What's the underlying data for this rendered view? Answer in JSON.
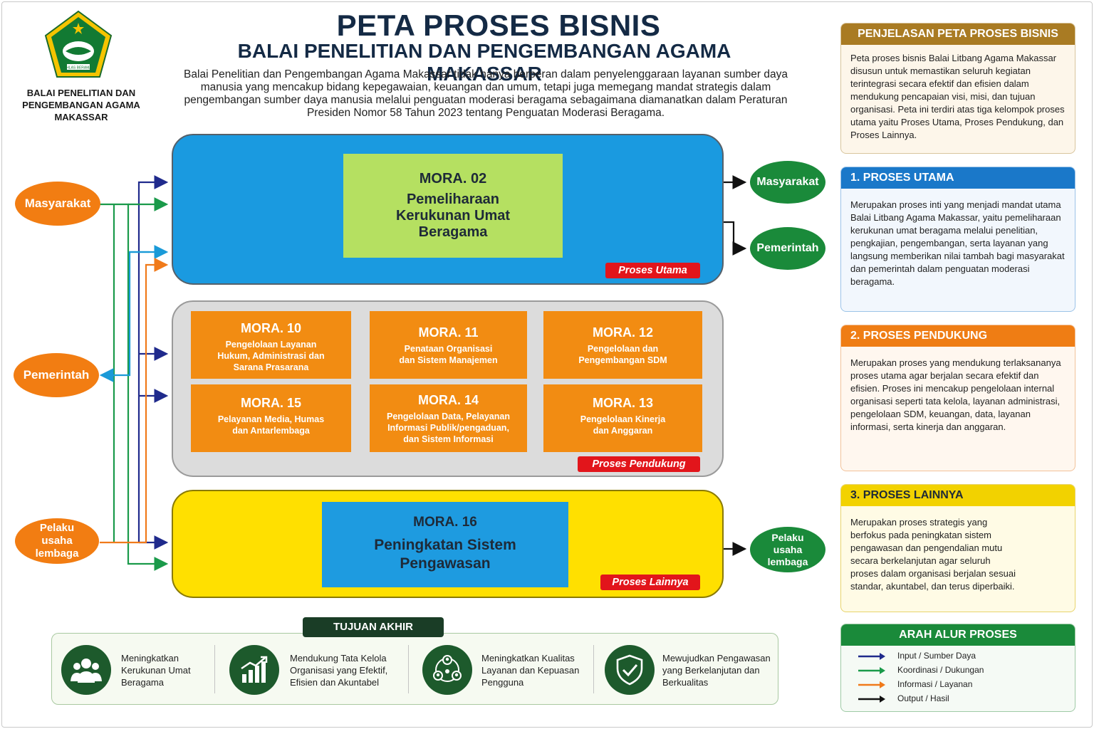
{
  "header": {
    "title": "PETA PROSES BISNIS",
    "subtitle": "BALAI PENELITIAN DAN PENGEMBANGAN AGAMA MAKASSAR",
    "intro": "Balai Penelitian dan Pengembangan Agama Makassar tidak hanya berperan dalam penyelenggaraan layanan sumber daya manusia yang mencakup bidang kepegawaian, keuangan dan umum, tetapi juga memegang mandat strategis dalam pengembangan sumber daya manusia melalui penguatan moderasi beragama sebagaimana diamanatkan dalam Peraturan Presiden Nomor 58 Tahun 2023 tentang Penguatan Moderasi Beragama.",
    "org_name": "BALAI PENELITIAN DAN PENGEMBANGAN AGAMA MAKASSAR",
    "logo_text": "IKHLAS BERAMAL"
  },
  "inputs": {
    "masyarakat": "Masyarakat",
    "pemerintah": "Pemerintah",
    "pelaku_usaha": "Pelaku usaha lembaga"
  },
  "outputs": {
    "masyarakat": "Masyarakat",
    "pemerintah": "Pemerintah",
    "pelaku_usaha": "Pelaku usaha lembaga"
  },
  "proses_utama": {
    "tag": "Proses Utama",
    "code": "MORA. 02",
    "name": "Pemeliharaan Kerukunan Umat Beragama"
  },
  "proses_pendukung": {
    "tag": "Proses Pendukung",
    "items": [
      {
        "code": "MORA. 10",
        "name": "Pengelolaan Layanan Hukum, Administrasi dan Sarana Prasarana"
      },
      {
        "code": "MORA. 11",
        "name": "Penataan Organisasi dan Sistem Manajemen"
      },
      {
        "code": "MORA. 12",
        "name": "Pengelolaan dan Pengembangan SDM"
      },
      {
        "code": "MORA. 15",
        "name": "Pelayanan Media, Humas dan Antarlembaga"
      },
      {
        "code": "MORA. 14",
        "name": "Pengelolaan Data, Pelayanan Informasi Publik/pengaduan, dan Sistem Informasi"
      },
      {
        "code": "MORA. 13",
        "name": "Pengelolaan Kinerja dan Anggaran"
      }
    ]
  },
  "proses_lainnya": {
    "tag": "Proses Lainnya",
    "code": "MORA. 16",
    "name": "Peningkatan Sistem Pengawasan"
  },
  "tujuan": {
    "title": "TUJUAN AKHIR",
    "items": [
      {
        "text": "Meningkatkan Kerukunan Umat Beragama",
        "icon": "people-icon"
      },
      {
        "text": "Mendukung Tata Kelola Organisasi yang Efektif, Efisien dan Akuntabel",
        "icon": "growth-chart-icon"
      },
      {
        "text": "Meningkatkan Kualitas Layanan dan Kepuasan Pengguna",
        "icon": "service-network-icon"
      },
      {
        "text": "Mewujudkan Pengawasan yang Berkelanjutan dan Berkualitas",
        "icon": "shield-check-icon"
      }
    ]
  },
  "panels": {
    "penjelasan": {
      "title": "PENJELASAN PETA PROSES BISNIS",
      "text": "Peta proses bisnis Balai Litbang Agama Makassar disusun untuk memastikan seluruh kegiatan terintegrasi secara efektif dan efisien dalam mendukung pencapaian visi, misi, dan tujuan organisasi. Peta ini terdiri atas tiga kelompok proses utama yaitu Proses Utama, Proses Pendukung, dan Proses Lainnya."
    },
    "utama": {
      "title": "1. PROSES UTAMA",
      "text": "Merupakan proses inti yang menjadi mandat utama Balai Litbang Agama Makassar, yaitu pemeliharaan kerukunan umat beragama melalui penelitian, pengkajian, pengembangan, serta layanan yang langsung memberikan nilai tambah bagi masyarakat dan pemerintah dalam penguatan moderasi beragama."
    },
    "pendukung": {
      "title": "2. PROSES PENDUKUNG",
      "text": "Merupakan proses yang mendukung terlaksananya proses utama agar berjalan secara efektif dan efisien. Proses ini mencakup pengelolaan internal organisasi seperti tata kelola, layanan administrasi, pengelolaan SDM, keuangan, data, layanan informasi, serta kinerja dan anggaran."
    },
    "lainnya": {
      "title": "3. PROSES LAINNYA",
      "text": "Merupakan proses strategis yang berfokus pada peningkatan sistem pengawasan dan pengendalian mutu secara berkelanjutan agar seluruh proses dalam organisasi berjalan sesuai standar, akuntabel, dan terus diperbaiki."
    },
    "arah": {
      "title": "ARAH ALUR PROSES",
      "legend": [
        {
          "label": "Input / Sumber Daya",
          "color": "#1f2a8c"
        },
        {
          "label": "Koordinasi / Dukungan",
          "color": "#1a9a4a"
        },
        {
          "label": "Informasi / Layanan",
          "color": "#f07a1a"
        },
        {
          "label": "Output / Hasil",
          "color": "#111111"
        }
      ]
    }
  },
  "colors": {
    "input": "#1f2a8c",
    "koordinasi": "#1a9a4a",
    "informasi": "#f07a1a",
    "output": "#111111",
    "cyan": "#1a9ad8"
  }
}
